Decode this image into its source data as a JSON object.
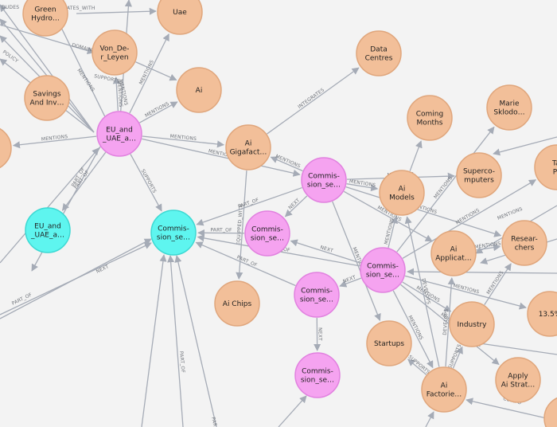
{
  "colors": {
    "background": "#f3f3f3",
    "edge": "#a5abb6",
    "edge_label": "#6f737a",
    "entity": "#f2bf99",
    "entity_stroke": "#e0a67c",
    "document": "#f5a3f0",
    "document_stroke": "#e181df",
    "topic": "#5ef5ef",
    "topic_stroke": "#3cd9d3"
  },
  "graph": {
    "nodes": [
      {
        "id": "green_hydro",
        "lines": [
          "Green",
          "Hydro…"
        ],
        "kind": "entity"
      },
      {
        "id": "uae",
        "lines": [
          "Uae"
        ],
        "kind": "entity"
      },
      {
        "id": "von_der_leyen",
        "lines": [
          "Von_De-",
          "r_Leyen"
        ],
        "kind": "entity"
      },
      {
        "id": "data_centres",
        "lines": [
          "Data",
          "Centres"
        ],
        "kind": "entity"
      },
      {
        "id": "savings",
        "lines": [
          "Savings",
          "And Inv…"
        ],
        "kind": "entity"
      },
      {
        "id": "ai",
        "lines": [
          "Ai"
        ],
        "kind": "entity"
      },
      {
        "id": "coming_months",
        "lines": [
          "Coming",
          "Months"
        ],
        "kind": "entity"
      },
      {
        "id": "marie",
        "lines": [
          "Marie",
          "Sklodo…"
        ],
        "kind": "entity"
      },
      {
        "id": "eu_uae_doc",
        "lines": [
          "EU_and",
          "_UAE_a…"
        ],
        "kind": "document"
      },
      {
        "id": "ai_gigafact",
        "lines": [
          "Ai",
          "Gigafact…"
        ],
        "kind": "entity"
      },
      {
        "id": "left_partial",
        "lines": [],
        "kind": "entity"
      },
      {
        "id": "commission_top",
        "lines": [
          "Commis-",
          "sion_se…"
        ],
        "kind": "document"
      },
      {
        "id": "ai_models",
        "lines": [
          "Ai",
          "Models"
        ],
        "kind": "entity"
      },
      {
        "id": "supercomputers",
        "lines": [
          "Superco-",
          "mputers"
        ],
        "kind": "entity"
      },
      {
        "id": "tal_po",
        "lines": [
          "Tal",
          "Po"
        ],
        "kind": "entity"
      },
      {
        "id": "eu_uae_topic",
        "lines": [
          "EU_and",
          "_UAE_a…"
        ],
        "kind": "topic"
      },
      {
        "id": "commission_topic",
        "lines": [
          "Commis-",
          "sion_se…"
        ],
        "kind": "topic"
      },
      {
        "id": "commission_mid",
        "lines": [
          "Commis-",
          "sion_se…"
        ],
        "kind": "document"
      },
      {
        "id": "researchers",
        "lines": [
          "Resear-",
          "chers"
        ],
        "kind": "entity"
      },
      {
        "id": "ai_applicat",
        "lines": [
          "Ai",
          "Applicat…"
        ],
        "kind": "entity"
      },
      {
        "id": "commission_right",
        "lines": [
          "Commis-",
          "sion_se…"
        ],
        "kind": "document"
      },
      {
        "id": "ai_chips",
        "lines": [
          "Ai Chips"
        ],
        "kind": "entity"
      },
      {
        "id": "commission_center",
        "lines": [
          "Commis-",
          "sion_se…"
        ],
        "kind": "document"
      },
      {
        "id": "pct_135",
        "lines": [
          "13.5%"
        ],
        "kind": "entity"
      },
      {
        "id": "industry",
        "lines": [
          "Industry"
        ],
        "kind": "entity"
      },
      {
        "id": "startups",
        "lines": [
          "Startups"
        ],
        "kind": "entity"
      },
      {
        "id": "commission_bottom",
        "lines": [
          "Commis-",
          "sion_se…"
        ],
        "kind": "document"
      },
      {
        "id": "apply_ai",
        "lines": [
          "Apply",
          "Ai Strat…"
        ],
        "kind": "entity"
      },
      {
        "id": "ai_factorie",
        "lines": [
          "Ai",
          "Factorie…"
        ],
        "kind": "entity"
      },
      {
        "id": "bottom_right_partial",
        "lines": [],
        "kind": "entity"
      }
    ],
    "edges": [
      {
        "from": "eu_uae_doc",
        "to": "von_der_leyen",
        "label": "MENTIONS"
      },
      {
        "from": "eu_uae_doc",
        "to": "uae",
        "label": "MENTIONS"
      },
      {
        "from": "eu_uae_doc",
        "to": "ai",
        "label": "MENTIONS"
      },
      {
        "from": "eu_uae_doc",
        "to": "left_partial",
        "label": "MENTIONS"
      },
      {
        "from": "eu_uae_doc",
        "to": "ai_gigafact",
        "label": "MENTIONS"
      },
      {
        "from": "eu_uae_doc",
        "to": "eu_uae_topic",
        "label": "PART_OF"
      },
      {
        "from": "eu_uae_doc",
        "to": "commission_top",
        "label": "MENTIONS"
      },
      {
        "from": "eu_uae_doc",
        "to": "commission_topic",
        "label": "SUPPORTS"
      },
      {
        "from": "von_der_leyen",
        "to": "ai",
        "label": ""
      },
      {
        "from": "ai_gigafact",
        "to": "data_centres",
        "label": "INTEGRATES"
      },
      {
        "from": "ai_gigafact",
        "to": "ai_chips",
        "label": "EQUIPPED_WITH"
      },
      {
        "from": "commission_top",
        "to": "ai_gigafact",
        "label": "MENTIONS"
      },
      {
        "from": "commission_top",
        "to": "ai_models",
        "label": "MENTIONS"
      },
      {
        "from": "commission_top",
        "to": "supercomputers",
        "label": "MENTIONS"
      },
      {
        "from": "commission_top",
        "to": "commission_topic",
        "label": "PART_OF"
      },
      {
        "from": "commission_top",
        "to": "commission_mid",
        "label": "NEXT"
      },
      {
        "from": "commission_top",
        "to": "researchers",
        "label": "MENTIONS"
      },
      {
        "from": "commission_top",
        "to": "ai_applicat",
        "label": "MENTIONS"
      },
      {
        "from": "commission_top",
        "to": "startups",
        "label": "MENTIONS"
      },
      {
        "from": "commission_mid",
        "to": "commission_topic",
        "label": "PART_OF"
      },
      {
        "from": "commission_right",
        "to": "commission_mid",
        "label": "NEXT"
      },
      {
        "from": "commission_right",
        "to": "commission_topic",
        "label": "PART_OF"
      },
      {
        "from": "commission_right",
        "to": "commission_center",
        "label": "NEXT"
      },
      {
        "from": "commission_right",
        "to": "ai_models",
        "label": "MENTIONS"
      },
      {
        "from": "commission_right",
        "to": "marie",
        "label": "MENTIONS"
      },
      {
        "from": "commission_right",
        "to": "tal_po",
        "label": "MENTIONS"
      },
      {
        "from": "commission_right",
        "to": "industry",
        "label": "MENTIONS"
      },
      {
        "from": "commission_right",
        "to": "apply_ai",
        "label": "MENTIONS"
      },
      {
        "from": "commission_right",
        "to": "ai_factorie",
        "label": "MENTIONS"
      },
      {
        "from": "commission_right",
        "to": "pct_135",
        "label": "MENTIONS"
      },
      {
        "from": "commission_center",
        "to": "commission_topic",
        "label": "PART_OF"
      },
      {
        "from": "commission_center",
        "to": "commission_bottom",
        "label": "NEXT"
      },
      {
        "from": "ai_models",
        "to": "coming_months",
        "label": ""
      },
      {
        "from": "ai_applicat",
        "to": "researchers",
        "label": "MENTIONS"
      },
      {
        "from": "industry",
        "to": "researchers",
        "label": "MENTIONS"
      },
      {
        "from": "ai_factorie",
        "to": "ai_models",
        "label": "DEVELOPS"
      },
      {
        "from": "ai_factorie",
        "to": "ai_applicat",
        "label": "DEVELOPS"
      },
      {
        "from": "ai_factorie",
        "to": "startups",
        "label": "SUPPORTS"
      },
      {
        "from": "ai_factorie",
        "to": "industry",
        "label": "SUPPORTS"
      }
    ]
  }
}
